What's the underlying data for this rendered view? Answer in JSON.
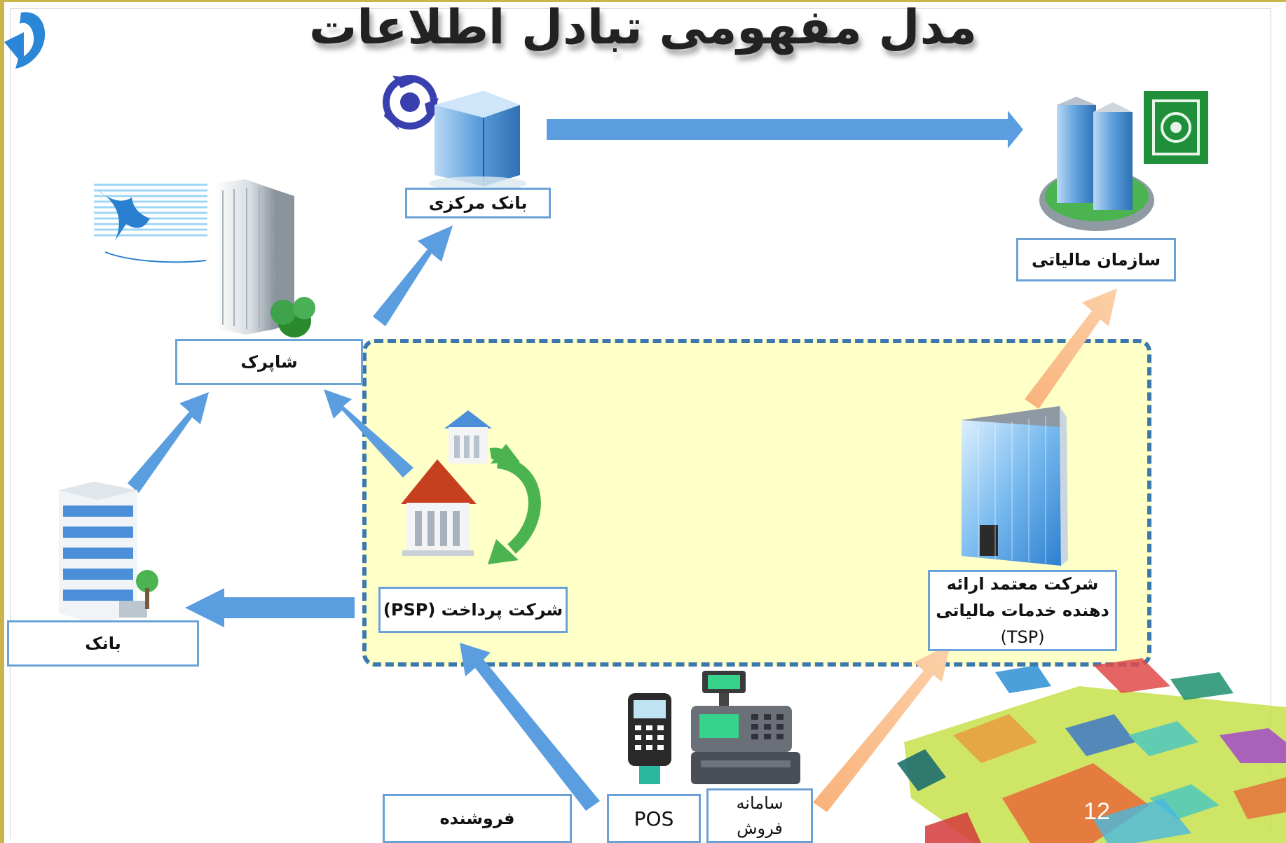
{
  "slide": {
    "title": "مدل مفهومی تبادل اطلاعات",
    "page_number": "12"
  },
  "nodes": {
    "central_bank": "بانک مرکزی",
    "tax_org": "سازمان مالیاتی",
    "shaparak": "شاپرک",
    "bank": "بانک",
    "psp": "شرکت پرداخت (PSP)",
    "tsp_line1": "شرکت معتمد ارائه",
    "tsp_line2": "دهنده خدمات مالیاتی",
    "tsp_line3": "(TSP)",
    "seller": "فروشنده",
    "pos": "POS",
    "sales_system_line1": "سامانه",
    "sales_system_line2": "فروش"
  },
  "colors": {
    "blue_arrow": "#5b9ee0",
    "orange_arrow": "#f9c090",
    "label_border": "#6aa2d8",
    "zone_fill": "#ffffc8",
    "zone_border": "#3b78ad"
  },
  "icons": [
    "back-arrow-icon",
    "central-bank-logo-icon",
    "tax-org-logo-icon",
    "shaparak-logo-icon",
    "building-icon",
    "pos-terminal-icon",
    "cash-register-icon",
    "cycle-arrows-icon"
  ]
}
